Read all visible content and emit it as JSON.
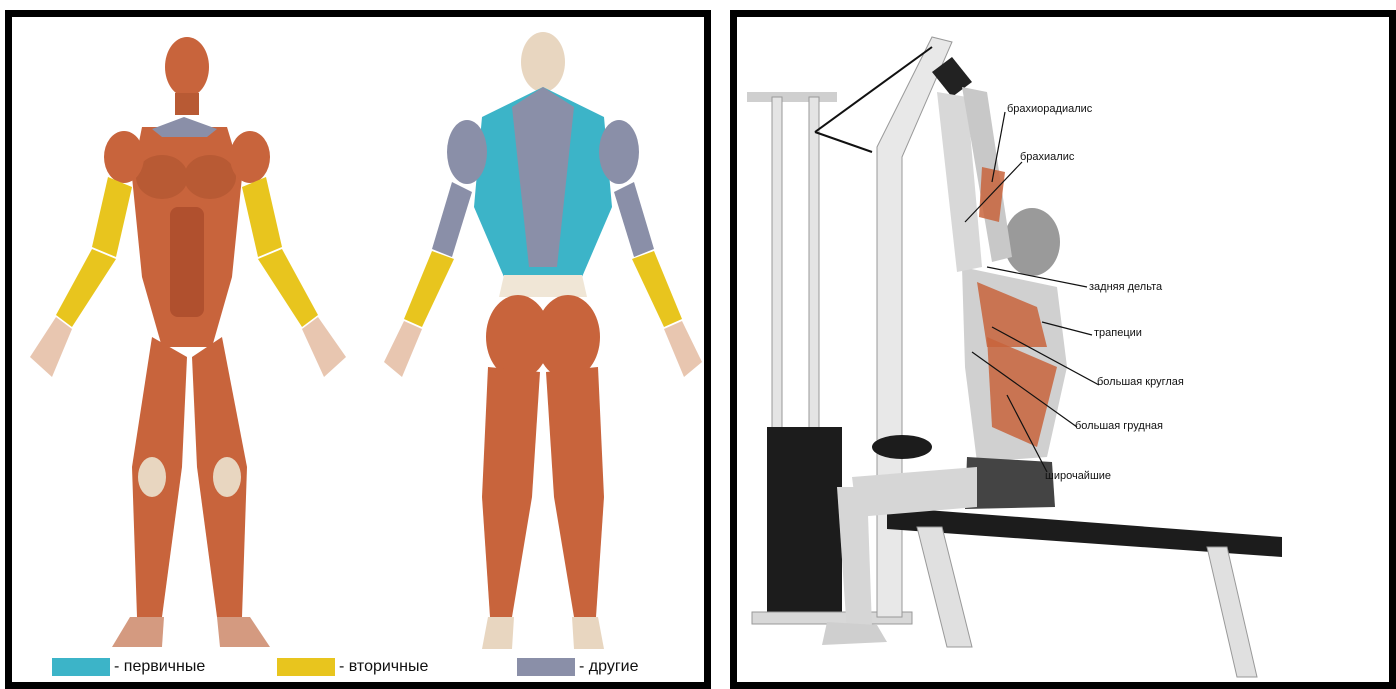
{
  "legend": [
    {
      "label": "- первичные",
      "color": "#3cb4c8"
    },
    {
      "label": "- вторичные",
      "color": "#e8c51e"
    },
    {
      "label": "- другие",
      "color": "#8a8fa8"
    }
  ],
  "muscle_labels": [
    {
      "id": "brachioradialis",
      "text": "брахиорадиалис"
    },
    {
      "id": "brachialis",
      "text": "брахиалис"
    },
    {
      "id": "rear-delt",
      "text": "задняя дельта"
    },
    {
      "id": "trapezius",
      "text": "трапеции"
    },
    {
      "id": "teres-major",
      "text": "большая круглая"
    },
    {
      "id": "pec-major",
      "text": "большая грудная"
    },
    {
      "id": "lats",
      "text": "широчайшие"
    }
  ],
  "colors": {
    "muscle": "#c8643c",
    "muscle_dark": "#9c4428",
    "primary": "#3cb4c8",
    "secondary": "#e8c51e",
    "other": "#8a8fa8",
    "machine": "#e6e6e6",
    "bench": "#1c1c1c"
  }
}
